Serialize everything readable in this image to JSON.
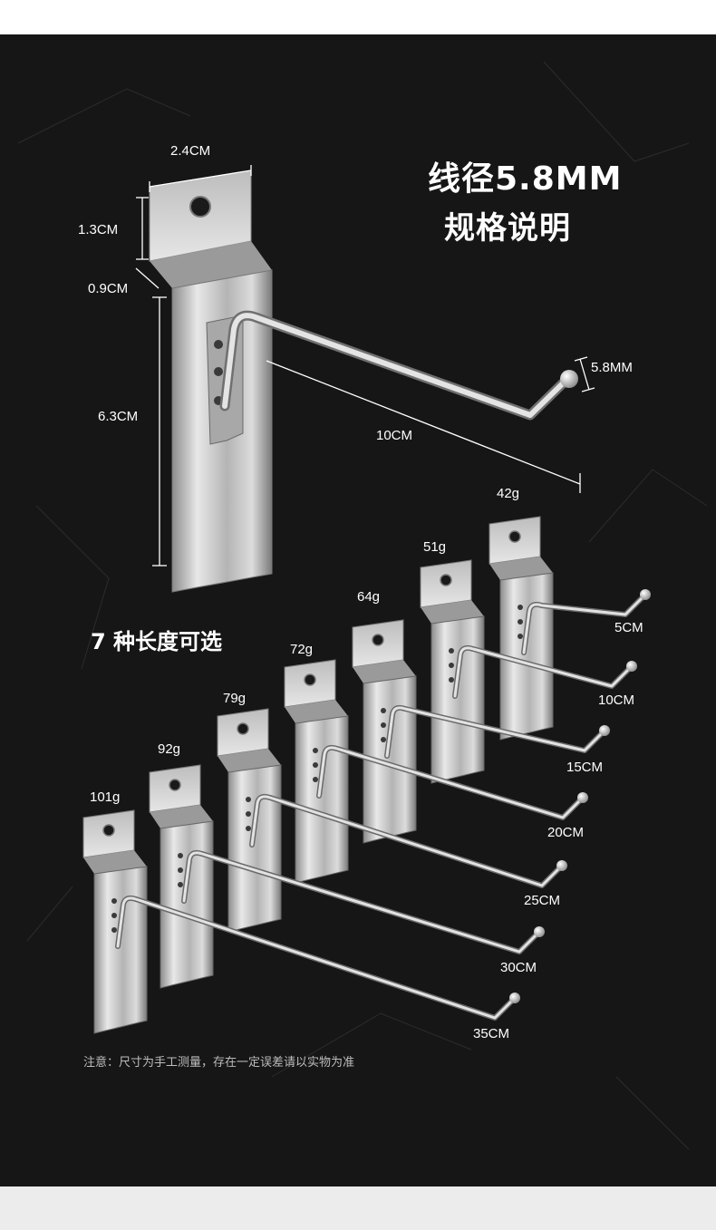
{
  "header": {
    "title_line1": "线径5.8MM",
    "title_line2": "规格说明"
  },
  "dimensions": {
    "width": "2.4CM",
    "hole_height": "1.3CM",
    "bend": "0.9CM",
    "plate_height": "6.3CM",
    "wire": "5.8MM",
    "length": "10CM"
  },
  "options_heading": "7 种长度可选",
  "variants": [
    {
      "weight": "42g",
      "length": "5CM"
    },
    {
      "weight": "51g",
      "length": "10CM"
    },
    {
      "weight": "64g",
      "length": "15CM"
    },
    {
      "weight": "72g",
      "length": "20CM"
    },
    {
      "weight": "79g",
      "length": "25CM"
    },
    {
      "weight": "92g",
      "length": "30CM"
    },
    {
      "weight": "101g",
      "length": "35CM"
    }
  ],
  "footnote": "注意：尺寸为手工测量，存在一定误差请以实物为准",
  "colors": {
    "background": "#161616",
    "text": "#ffffff",
    "metal": "#c8c8c8"
  }
}
